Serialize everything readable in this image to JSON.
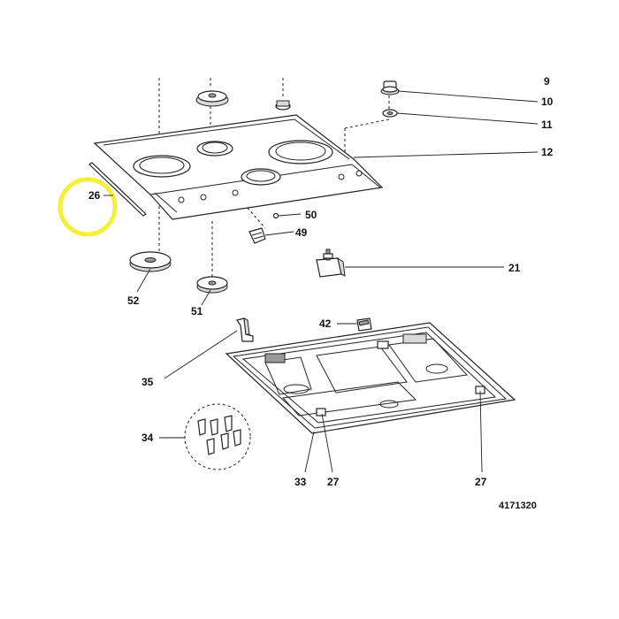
{
  "diagram": {
    "part_labels": {
      "p9": "9",
      "p10": "10",
      "p11": "11",
      "p12": "12",
      "p26": "26",
      "p50": "50",
      "p49": "49",
      "p21": "21",
      "p52": "52",
      "p51": "51",
      "p42": "42",
      "p35": "35",
      "p34": "34",
      "p33": "33",
      "p27a": "27",
      "p27b": "27"
    },
    "reference_code": "4171320",
    "highlight_color": "#f5ef3c"
  }
}
